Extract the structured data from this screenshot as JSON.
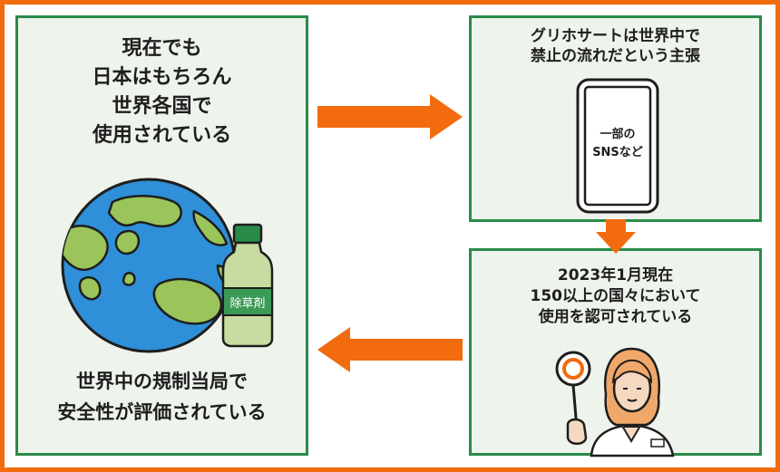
{
  "left_panel": {
    "top_lines": [
      "現在でも",
      "日本はもちろん",
      "世界各国で",
      "使用されている"
    ],
    "bottle_label": "除草剤",
    "bottom_lines": [
      "世界中の規制当局で",
      "安全性が評価されている"
    ]
  },
  "top_right_panel": {
    "lines": [
      "グリホサートは世界中で",
      "禁止の流れだという主張"
    ],
    "phone_lines": [
      "一部の",
      "SNSなど"
    ]
  },
  "bottom_right_panel": {
    "lines": [
      "2023年1月現在",
      "150以上の国々において",
      "使用を認可されている"
    ]
  },
  "colors": {
    "frame": "#f26b0f",
    "panel_border": "#2a8a4a",
    "panel_bg": "#eef3ec",
    "arrow": "#f26b0f",
    "ocean": "#2f8fd8",
    "land": "#9bc45a",
    "bottle": "#c8dba0",
    "bottle_label_bg": "#3b9a55"
  }
}
